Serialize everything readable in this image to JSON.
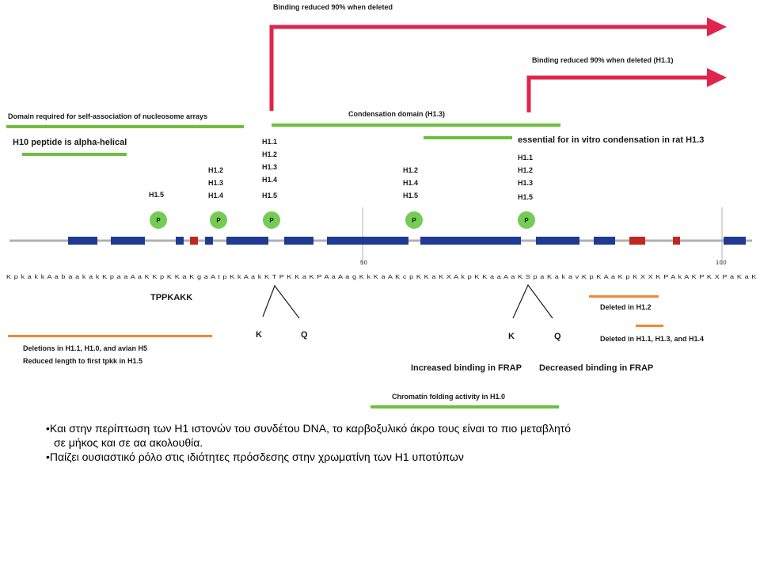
{
  "diagram": {
    "labels": {
      "binding_reduced_90": "Binding reduced 90% when deleted",
      "binding_reduced_90_h11": "Binding reduced 90% when deleted (H1.1)",
      "self_association_domain": "Domain required for self-association of nucleosome arrays",
      "h10_peptide": "H10 peptide is alpha-helical",
      "condensation_domain": "Condensation domain (H1.3)",
      "essential_condensation": "essential for in vitro condensation in rat H1.3",
      "tppkakk": "TPPKAKK",
      "deleted_h12": "Deleted in H1.2",
      "deleted_h11_h13_h14": "Deleted in H1.1, H1.3, and H1.4",
      "deletions_line1": "Deletions in H1.1, H1.0, and avian H5",
      "deletions_line2": "Reduced length to first tpkk in H1.5",
      "increased_binding": "Increased binding in FRAP",
      "decreased_binding": "Decreased binding in FRAP",
      "chromatin_folding": "Chromatin folding activity in H1.0",
      "k1": "K",
      "q1": "Q",
      "k2": "K",
      "q2": "Q"
    },
    "isoform_groups": [
      [
        "H1.5"
      ],
      [
        "H1.2",
        "H1.3",
        "H1.4"
      ],
      [
        "H1.1",
        "H1.2",
        "H1.3",
        "H1.4",
        "H1.5"
      ],
      [
        "H1.2",
        "H1.4",
        "H1.5"
      ],
      [
        "H1.1",
        "H1.2",
        "H1.3",
        "H1.5"
      ]
    ],
    "phospho_label": "P",
    "tick_50": "50",
    "tick_100": "100",
    "sequence": "K p k a k k A a b a a k a k K p a a A a K K p K K a K g a A t p K k A a k K T P K K a K P A a A a g K k K a A K c p K K a K X A k p K K a a A a K S p a K a k a v K p K A a K p K X X K P A k A K P K X P a K a K",
    "colors": {
      "arrow": "#e0244c",
      "green_bar": "#6dbf3f",
      "orange_bar": "#f08a30",
      "blue_block": "#1f3a93",
      "red_block": "#c0271e",
      "phospho_fill": "#74cc55",
      "axis": "#b0b0b0"
    }
  },
  "bullets": [
    "•Και στην περίπτωση των Η1  ιστονών του συνδέτου DNA, το καρβοξυλικό άκρο τους είναι το πιο μεταβλητό",
    " σε μήκος και σε αα ακολουθία.",
    "•Παίζει ουσιαστικό ρόλο στις ιδιότητες πρόσδεσης στην χρωματίνη των Η1 υποτύπων"
  ]
}
